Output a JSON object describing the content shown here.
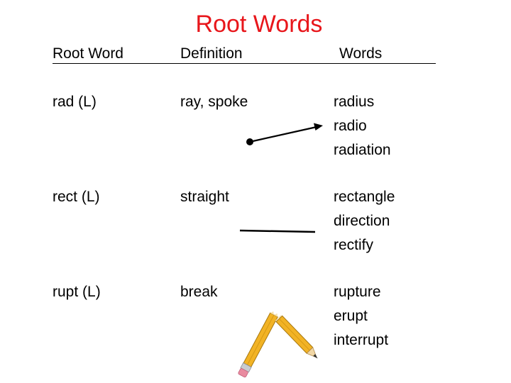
{
  "title": "Root Words",
  "title_color": "#e8161b",
  "headers": {
    "root_word": "Root Word",
    "definition": "Definition",
    "words": "Words"
  },
  "rows": [
    {
      "root": "rad (L)",
      "definition": "ray, spoke",
      "words": [
        "radius",
        "radio",
        "radiation"
      ]
    },
    {
      "root": "rect (L)",
      "definition": "straight",
      "words": [
        "rectangle",
        "direction",
        "rectify"
      ]
    },
    {
      "root": "rupt (L)",
      "definition": "break",
      "words": [
        "rupture",
        "erupt",
        "interrupt"
      ]
    }
  ],
  "illustrations": {
    "ray": "ray-arrow-icon",
    "straight": "straight-line-icon",
    "break": "broken-pencil-icon",
    "pencil_color": "#f2b325",
    "eraser_color": "#e98ba0"
  }
}
